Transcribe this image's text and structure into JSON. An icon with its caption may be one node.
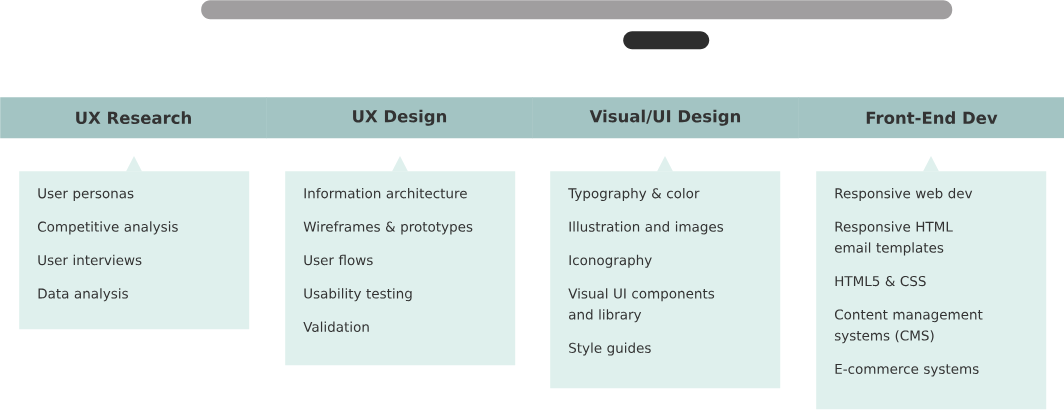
{
  "diagram": {
    "nodes": [
      {
        "text": [],
        "shape": "bar"
      },
      {
        "text": [],
        "shape": "bar"
      },
      {
        "text": [
          "UX Research"
        ]
      },
      {
        "text": [
          "UX Design"
        ]
      },
      {
        "text": [
          "Visual/UI Design"
        ]
      },
      {
        "text": [
          "Front-End Dev"
        ]
      },
      {
        "text": [
          "User personas",
          "Competitive analysis",
          "User interviews",
          "Data analysis"
        ]
      },
      {
        "text": [
          "Information architecture",
          "Wireframes & prototypes",
          "User flows",
          "Usability testing",
          "Validation"
        ]
      },
      {
        "text": [
          "Typography & color",
          "Illustration and images",
          "Iconography",
          "Visual UI components and library",
          "Style guides"
        ]
      },
      {
        "text": [
          "Responsive web dev",
          "Responsive HTML email templates",
          "HTML5 & CSS",
          "Content management systems (CMS)",
          "E-commerce systems"
        ]
      }
    ]
  }
}
